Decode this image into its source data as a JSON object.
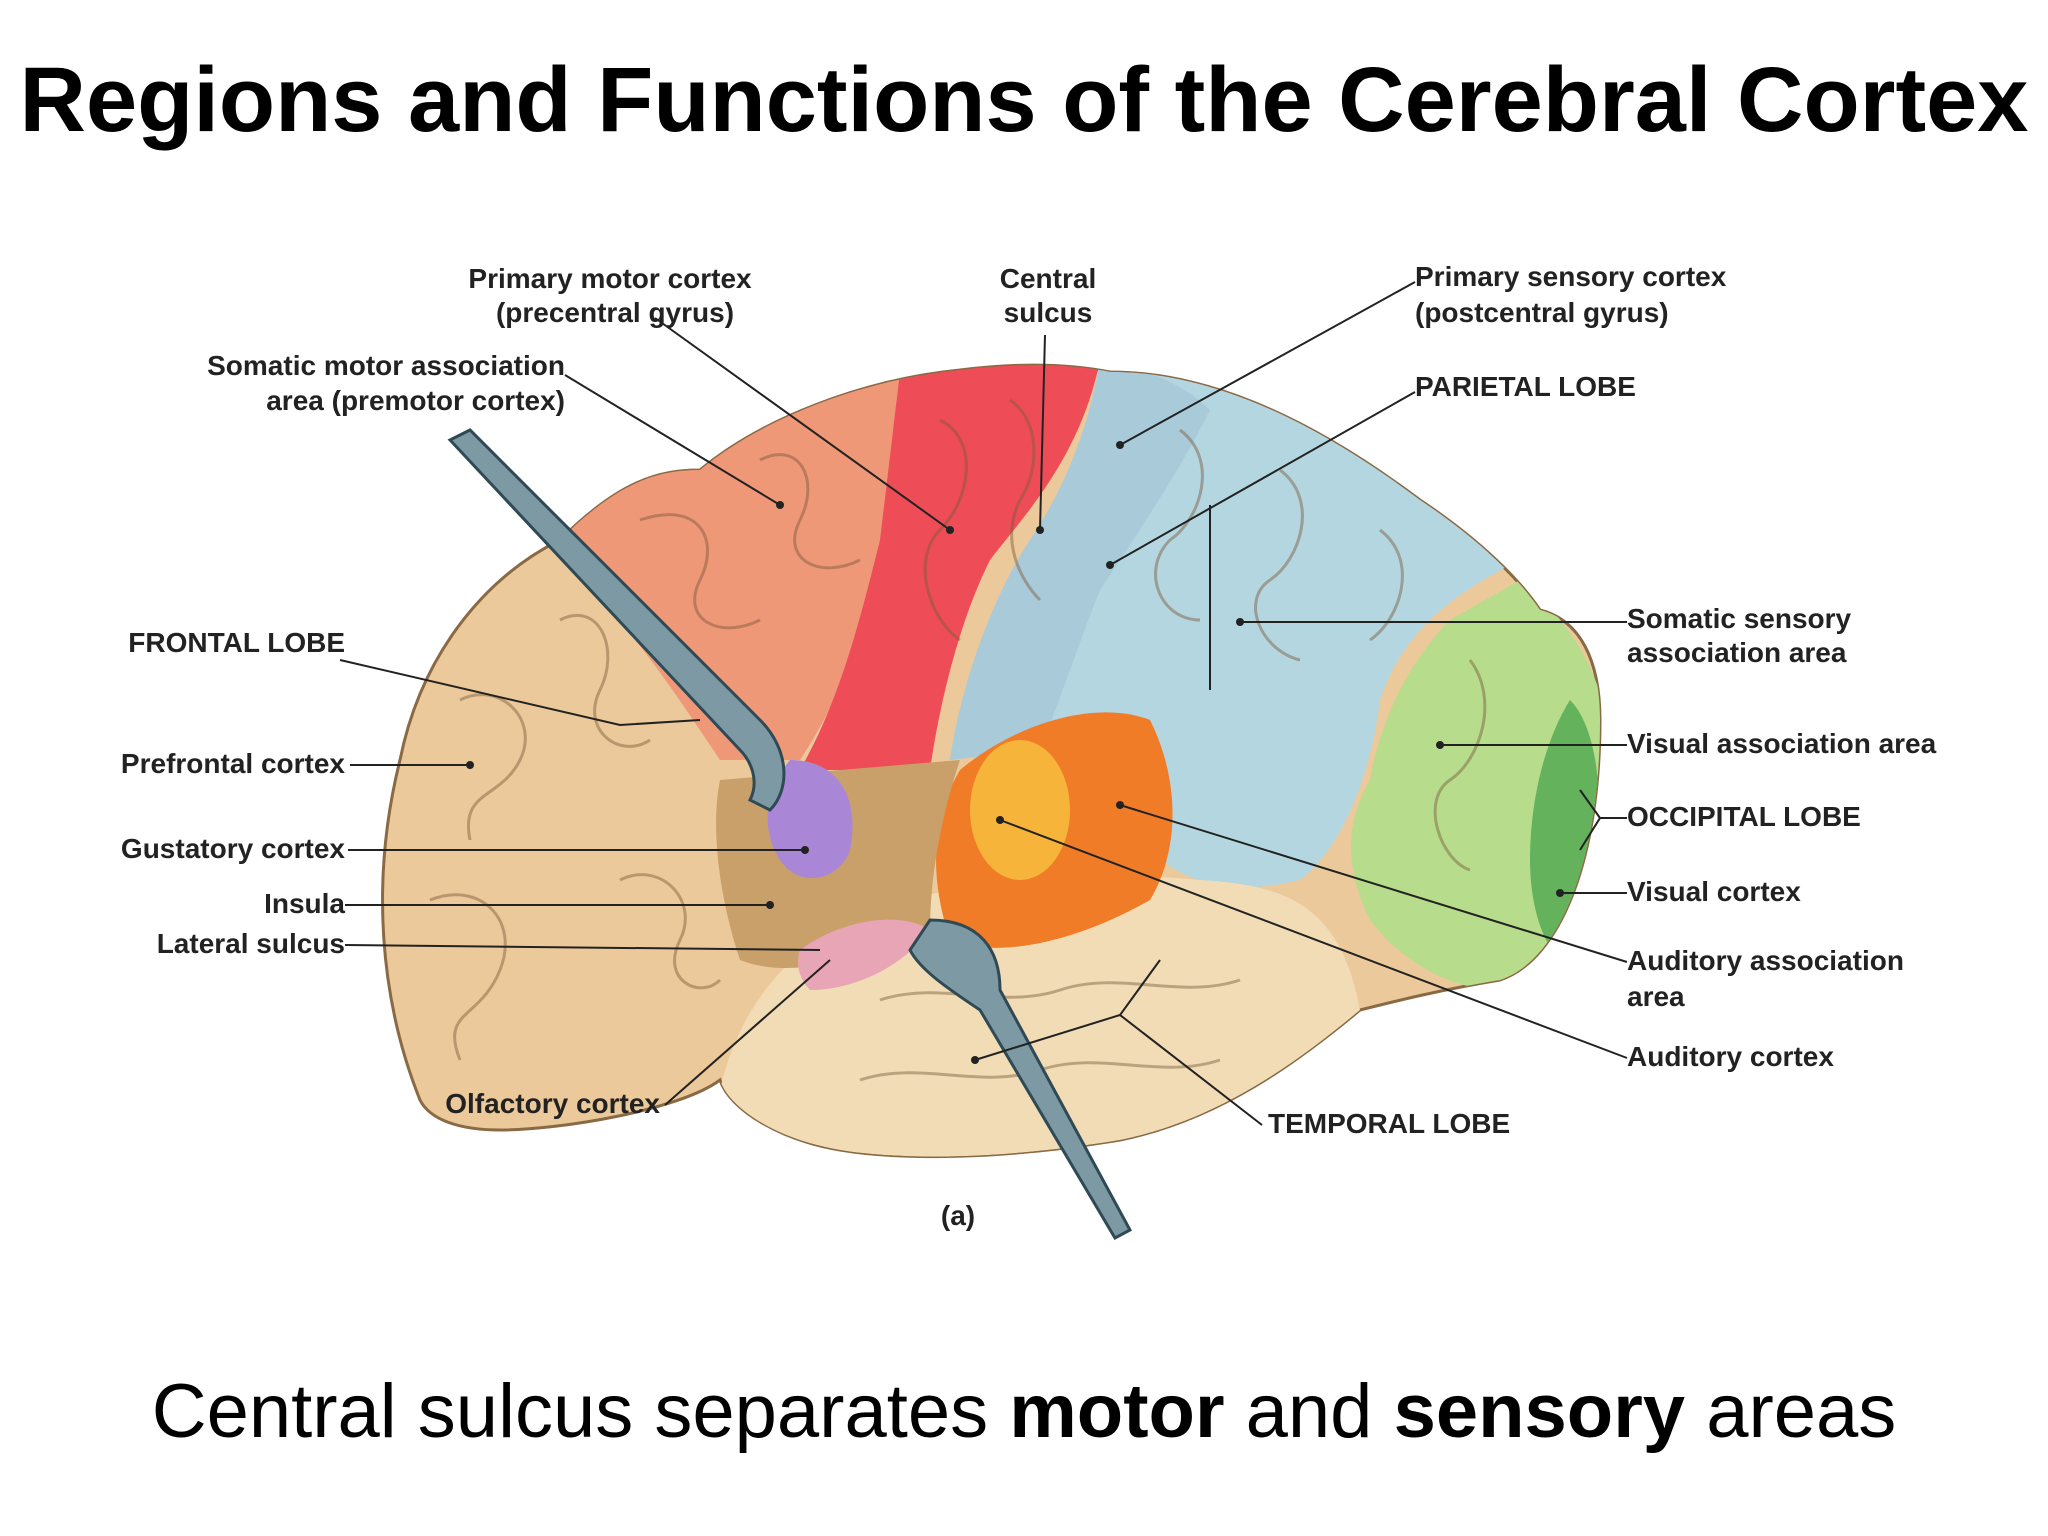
{
  "title": "Regions and Functions of the Cerebral Cortex",
  "caption": {
    "part1": "Central sulcus separates ",
    "bold1": "motor",
    "part2": " and ",
    "bold2": "sensory",
    "part3": " areas"
  },
  "figure_label": "(a)",
  "labels": {
    "primary_motor_1": "Primary motor cortex",
    "primary_motor_2": "(precentral gyrus)",
    "central_sulcus_1": "Central",
    "central_sulcus_2": "sulcus",
    "primary_sensory_1": "Primary sensory cortex",
    "primary_sensory_2": "(postcentral gyrus)",
    "somatic_motor_1": "Somatic motor association",
    "somatic_motor_2": "area (premotor cortex)",
    "parietal_lobe": "PARIETAL LOBE",
    "frontal_lobe": "FRONTAL LOBE",
    "somatic_sensory_1": "Somatic sensory",
    "somatic_sensory_2": "association area",
    "prefrontal": "Prefrontal cortex",
    "visual_association": "Visual association area",
    "gustatory": "Gustatory cortex",
    "occipital_lobe": "OCCIPITAL LOBE",
    "insula": "Insula",
    "visual_cortex": "Visual cortex",
    "lateral_sulcus": "Lateral sulcus",
    "auditory_association_1": "Auditory association",
    "auditory_association_2": "area",
    "auditory_cortex": "Auditory  cortex",
    "olfactory": "Olfactory cortex",
    "temporal_lobe": "TEMPORAL LOBE"
  },
  "colors": {
    "frontal": "#ecc99a",
    "premotor": "#ef9878",
    "motor": "#ee4d57",
    "sensory": "#a9cad9",
    "parietal": "#b4d6e0",
    "visual_assoc": "#b6dc8c",
    "visual": "#64b35c",
    "auditory_assoc": "#f07c28",
    "auditory": "#f7b43a",
    "gustatory": "#a987d6",
    "olfactory": "#e8a5b6",
    "insula": "#c9a06a",
    "temporal": "#f1dcb6",
    "probe": "#7d9aa4"
  }
}
